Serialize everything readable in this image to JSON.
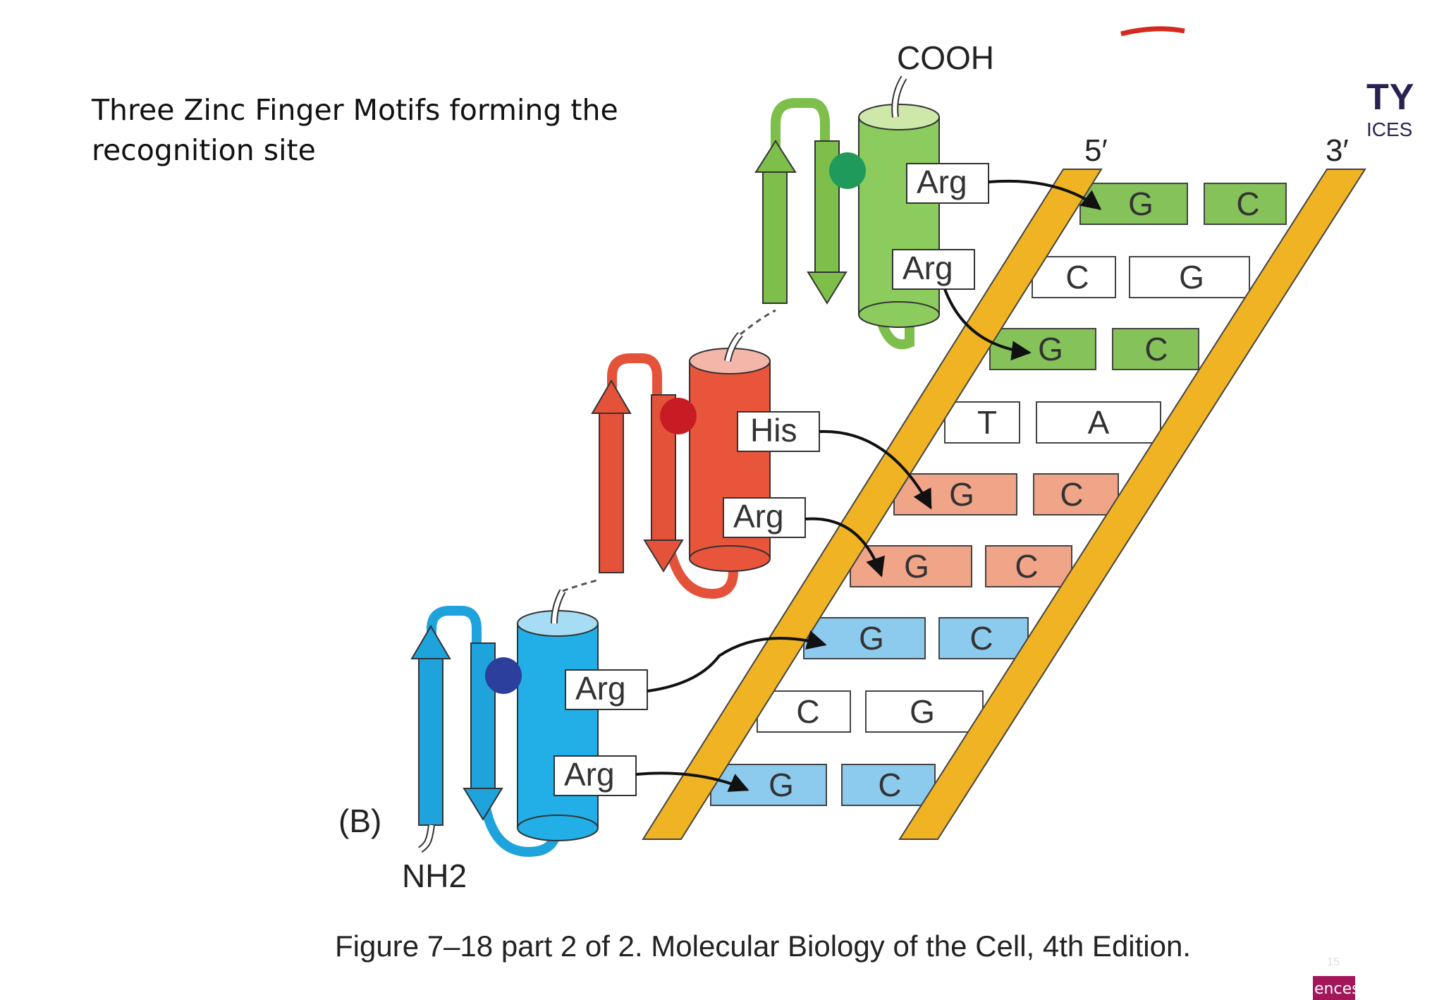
{
  "slide": {
    "title": "Three Zinc Finger Motifs forming the recognition site"
  },
  "logo": {
    "line1": "TY",
    "line2": "ICES"
  },
  "footer": {
    "page_number": "15",
    "tab_text": "ences"
  },
  "figure": {
    "panel_label": "(B)",
    "c_terminus": "COOH",
    "n_terminus": "NH2",
    "strand_5_label": "5′",
    "strand_3_label": "3′",
    "caption": "Figure 7–18 part 2 of 2. Molecular Biology of the Cell, 4th Edition.",
    "residues": [
      "Arg",
      "Arg",
      "His",
      "Arg",
      "Arg",
      "Arg"
    ],
    "base_pairs": [
      {
        "left": "G",
        "right": "C"
      },
      {
        "left": "C",
        "right": "G"
      },
      {
        "left": "G",
        "right": "C"
      },
      {
        "left": "T",
        "right": "A"
      },
      {
        "left": "G",
        "right": "C"
      },
      {
        "left": "G",
        "right": "C"
      },
      {
        "left": "G",
        "right": "C"
      },
      {
        "left": "C",
        "right": "G"
      },
      {
        "left": "G",
        "right": "C"
      }
    ],
    "colors": {
      "finger_top": "#7dbf4a",
      "finger_middle": "#e5523a",
      "finger_bottom": "#1ea3dc",
      "backbone": "#f0b323",
      "pair_green": "#86c25a",
      "pair_red": "#f0a488",
      "pair_blue": "#8ccbee",
      "pair_white": "#ffffff"
    }
  }
}
